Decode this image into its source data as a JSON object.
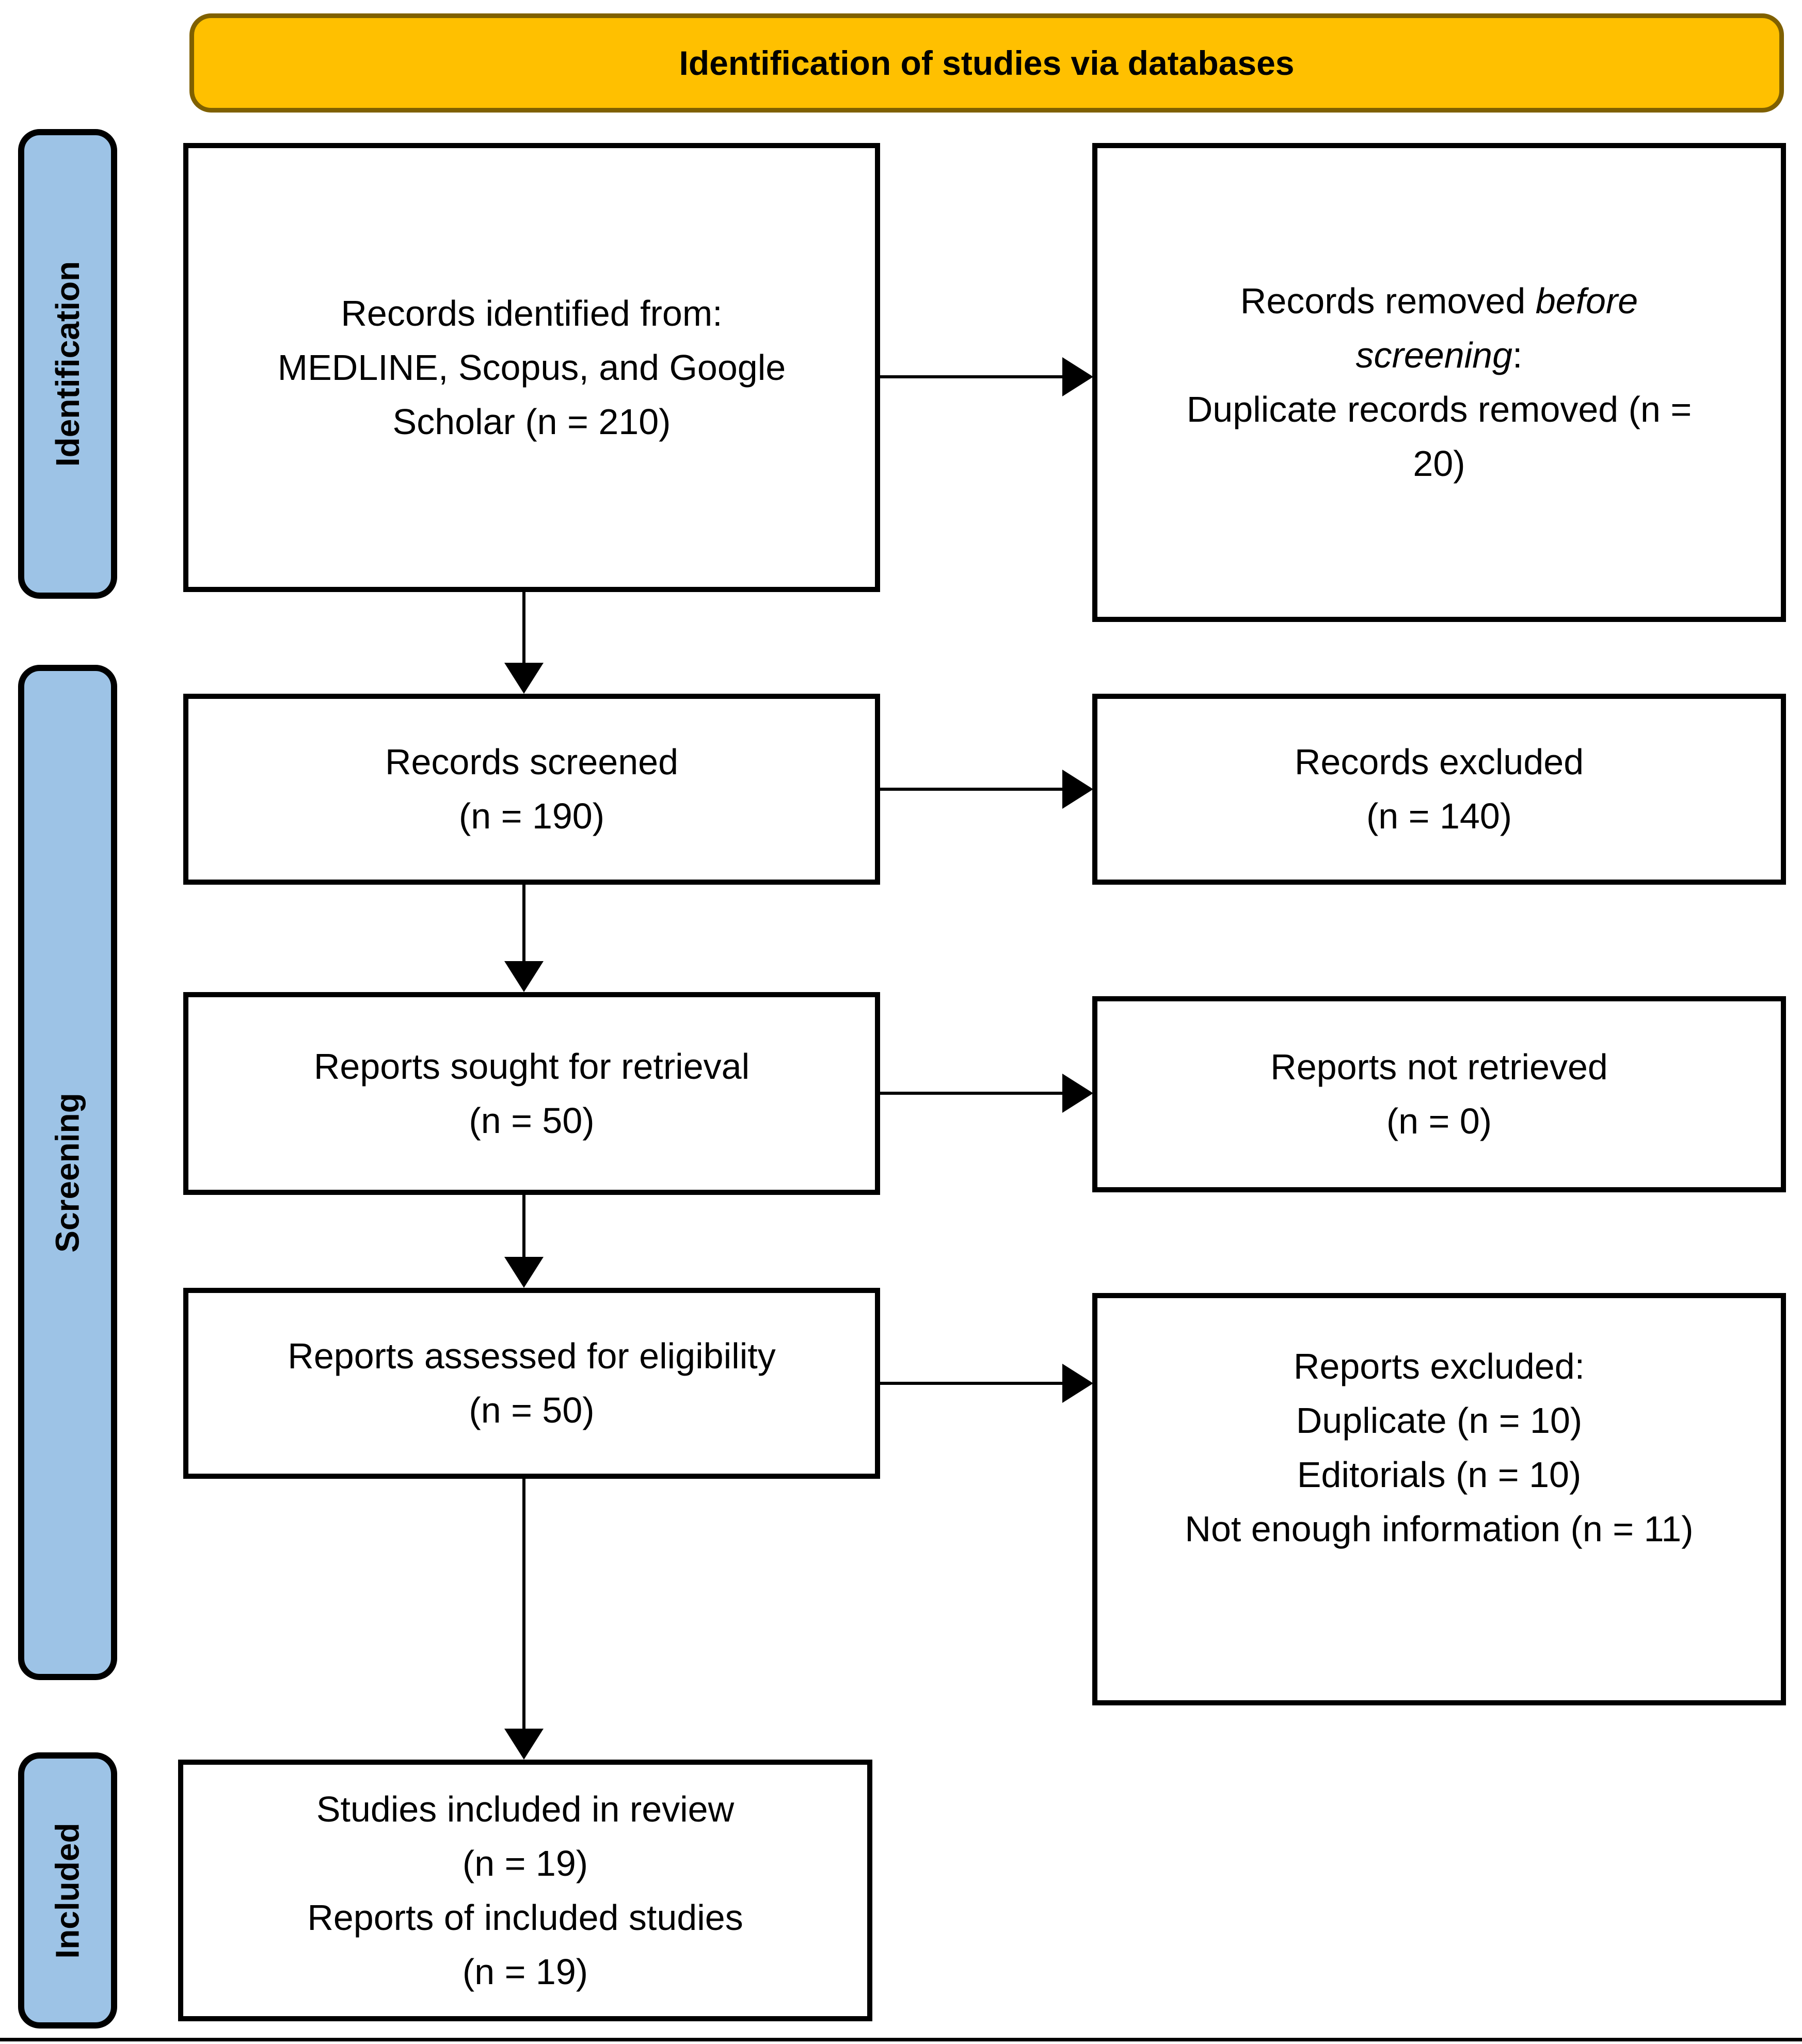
{
  "title": "Identification of studies via databases",
  "colors": {
    "header_fill": "#FFC000",
    "header_border": "#7F6000",
    "stage_fill": "#9DC3E6",
    "line": "#000000"
  },
  "stages": [
    {
      "label": "Identification"
    },
    {
      "label": "Screening"
    },
    {
      "label": "Included"
    }
  ],
  "boxes": {
    "identified": {
      "text": "Records identified from:\nMEDLINE, Scopus, and Google\nScholar (n = 210)"
    },
    "removed": {
      "prefix": "Records removed ",
      "italic": "before\nscreening",
      "suffix": ":\nDuplicate records removed (n =\n20)"
    },
    "screened": {
      "text": "Records screened\n(n = 190)"
    },
    "excluded": {
      "text": "Records excluded\n(n = 140)"
    },
    "sought": {
      "text": "Reports sought for retrieval\n(n = 50)"
    },
    "not_retrieved": {
      "text": "Reports not retrieved\n(n = 0)"
    },
    "assessed": {
      "text": "Reports assessed for eligibility\n(n = 50)"
    },
    "reports_excluded": {
      "text": "Reports excluded:\nDuplicate (n = 10)\nEditorials (n = 10)\nNot enough information (n = 11)"
    },
    "included_studies": {
      "text": "Studies included in review\n(n = 19)\nReports of included studies\n(n = 19)"
    }
  }
}
